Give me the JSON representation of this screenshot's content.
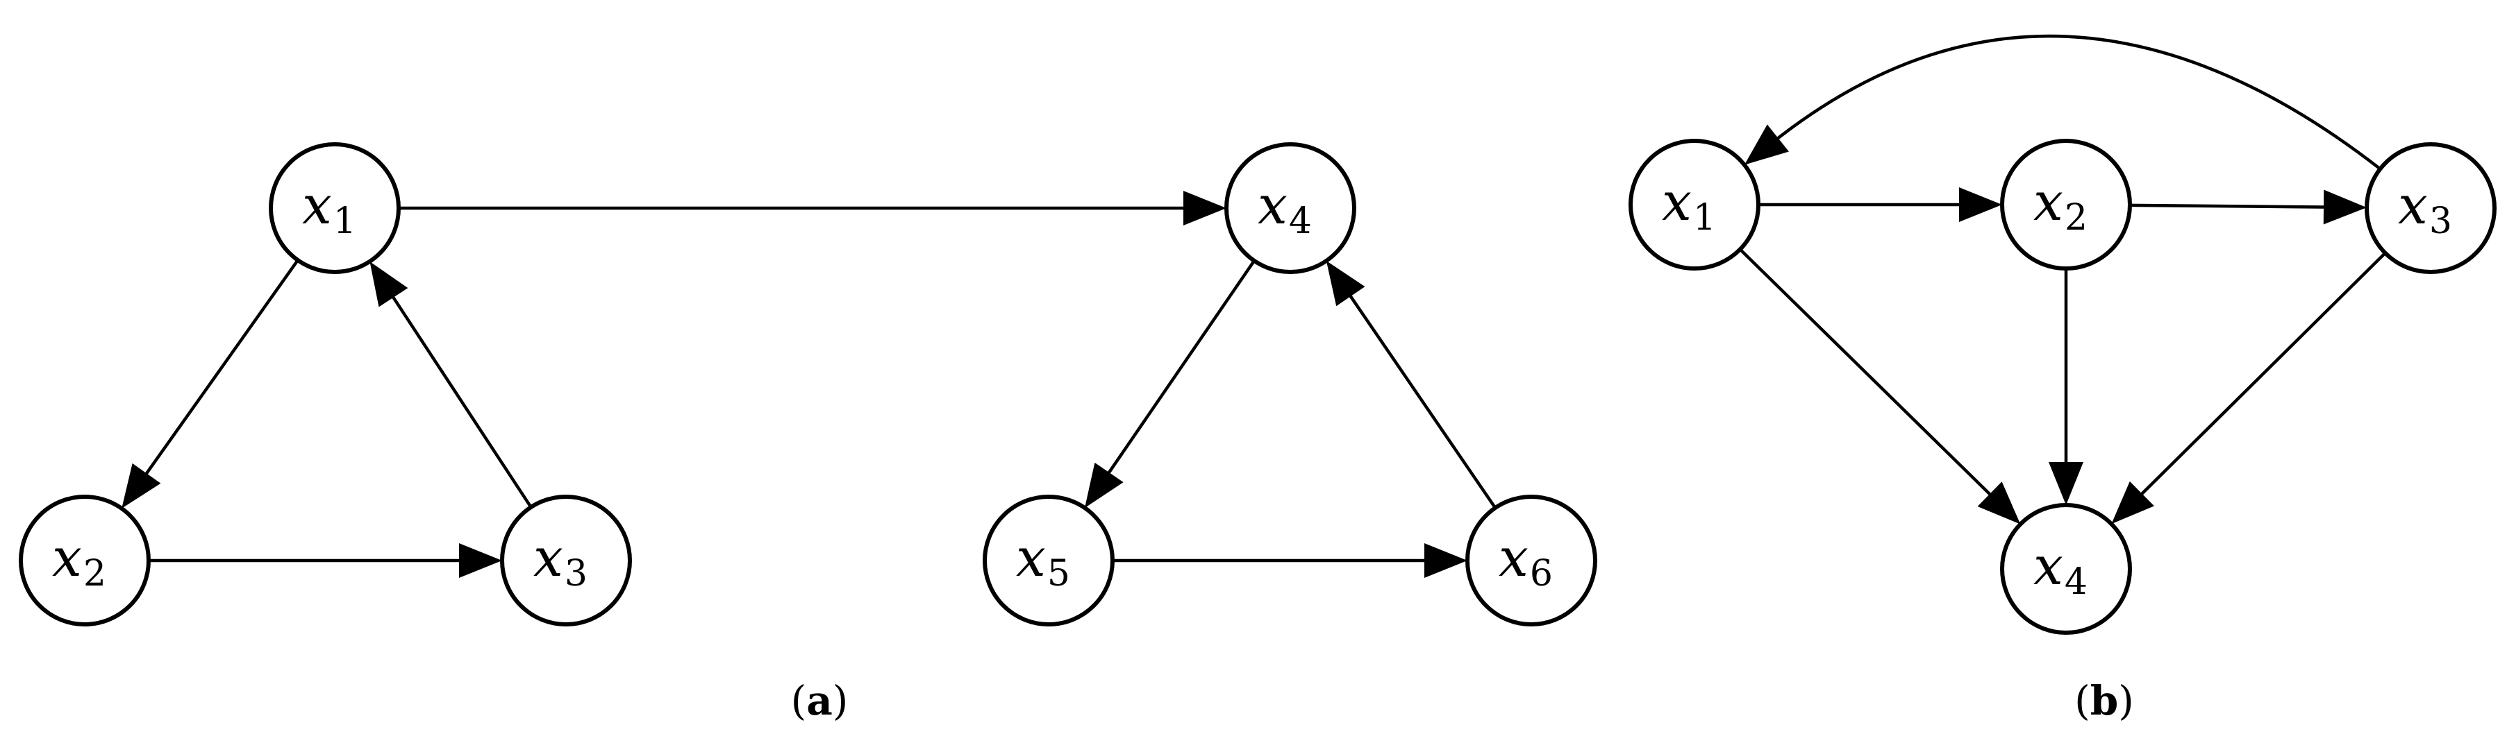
{
  "panels": [
    {
      "id": "a",
      "caption": {
        "open": "(",
        "letter": "a",
        "close": ")"
      },
      "nodes": [
        {
          "id": "a-x1",
          "var": "x",
          "sub": "1"
        },
        {
          "id": "a-x2",
          "var": "x",
          "sub": "2"
        },
        {
          "id": "a-x3",
          "var": "x",
          "sub": "3"
        },
        {
          "id": "a-x4",
          "var": "x",
          "sub": "4"
        },
        {
          "id": "a-x5",
          "var": "x",
          "sub": "5"
        },
        {
          "id": "a-x6",
          "var": "x",
          "sub": "6"
        }
      ],
      "edges": [
        {
          "from": "a-x1",
          "to": "a-x2"
        },
        {
          "from": "a-x2",
          "to": "a-x3"
        },
        {
          "from": "a-x3",
          "to": "a-x1"
        },
        {
          "from": "a-x1",
          "to": "a-x4"
        },
        {
          "from": "a-x4",
          "to": "a-x5"
        },
        {
          "from": "a-x5",
          "to": "a-x6"
        },
        {
          "from": "a-x6",
          "to": "a-x4"
        }
      ]
    },
    {
      "id": "b",
      "caption": {
        "open": "(",
        "letter": "b",
        "close": ")"
      },
      "nodes": [
        {
          "id": "b-x1",
          "var": "x",
          "sub": "1"
        },
        {
          "id": "b-x2",
          "var": "x",
          "sub": "2"
        },
        {
          "id": "b-x3",
          "var": "x",
          "sub": "3"
        },
        {
          "id": "b-x4",
          "var": "x",
          "sub": "4"
        }
      ],
      "edges": [
        {
          "from": "b-x1",
          "to": "b-x2"
        },
        {
          "from": "b-x2",
          "to": "b-x3"
        },
        {
          "from": "b-x3",
          "to": "b-x1",
          "curved": true
        },
        {
          "from": "b-x1",
          "to": "b-x4"
        },
        {
          "from": "b-x2",
          "to": "b-x4"
        },
        {
          "from": "b-x3",
          "to": "b-x4"
        }
      ]
    }
  ]
}
